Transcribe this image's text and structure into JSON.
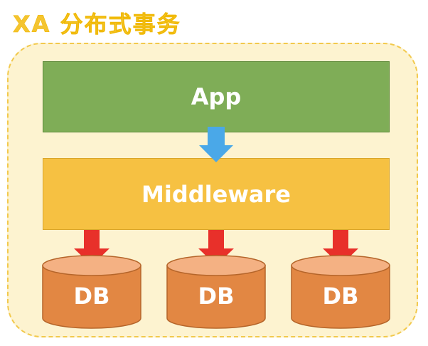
{
  "title": "XA 分布式事务",
  "app_label": "App",
  "middleware_label": "Middleware",
  "databases": [
    {
      "label": "DB"
    },
    {
      "label": "DB"
    },
    {
      "label": "DB"
    }
  ],
  "colors": {
    "title": "#f4c430",
    "container_fill": "#fdf3d0",
    "container_border": "#f2c94c",
    "app": "#7fad57",
    "middleware": "#f6c142",
    "db": "#e28743",
    "arrow_app_to_middleware": "#4aa8e8",
    "arrow_middleware_to_db": "#e8302a"
  }
}
